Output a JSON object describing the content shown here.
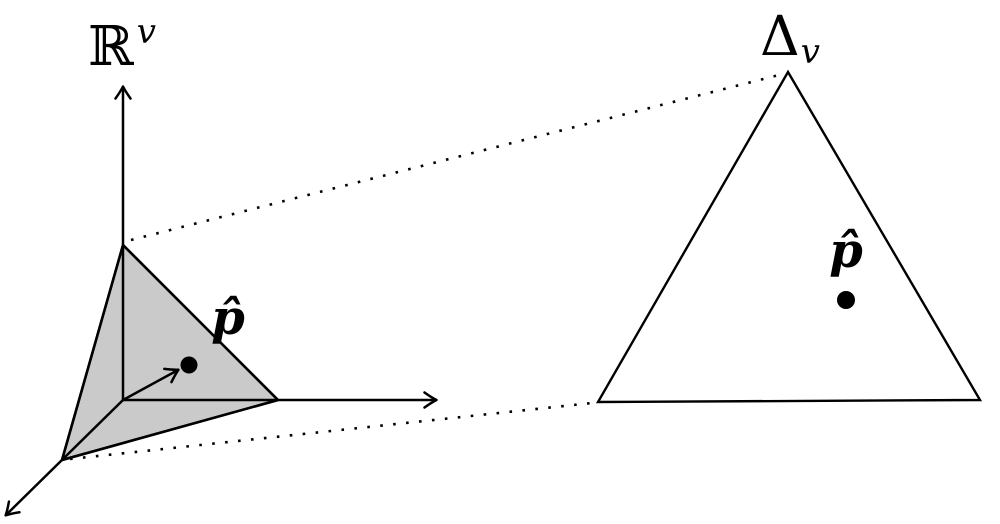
{
  "diagram": {
    "left": {
      "space_label": {
        "base": "ℝ",
        "sup": "v"
      },
      "point_label": "p̂"
    },
    "right": {
      "simplex_label": {
        "base": "Δ",
        "sub": "v"
      },
      "point_label": "p̂"
    },
    "colors": {
      "ink": "#000000",
      "simplex_fill": "#cacaca",
      "triangle_fill": "#ffffff",
      "background": "#ffffff"
    }
  }
}
